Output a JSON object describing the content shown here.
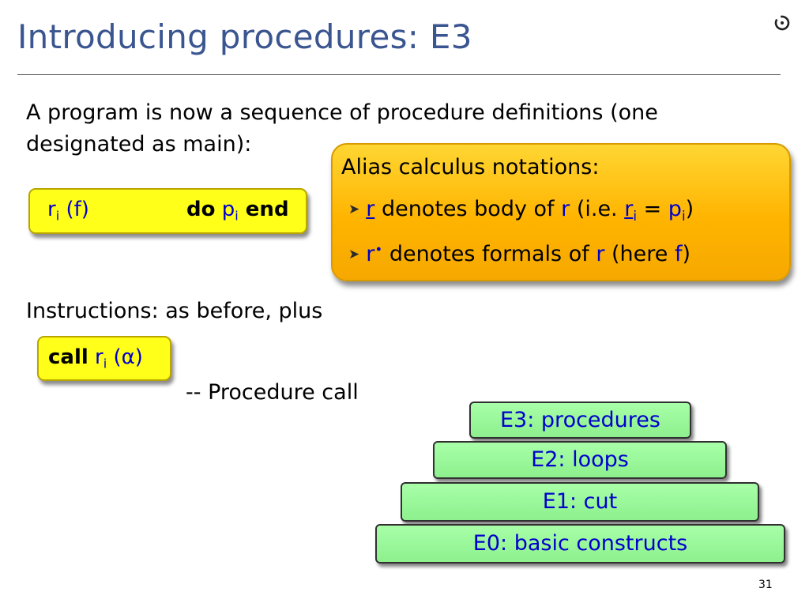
{
  "slide": {
    "title": "Introducing procedures: E3",
    "intro_line1": "A program is now a sequence of procedure definitions (one",
    "intro_line2": "designated as main):",
    "instructions": "Instructions: as before, plus",
    "comment": "-- Procedure call",
    "page_number": "31"
  },
  "proc_def": {
    "name": "r",
    "sub": "i",
    "param": " (f)",
    "kw_do": "do",
    "body": " p",
    "body_sub": "i",
    "kw_end": " end"
  },
  "alias_box": {
    "heading": "Alias calculus notations:",
    "bullet1": {
      "r": "r",
      "text1": " denotes body of ",
      "r2": "r",
      "text2": " (i.e.  ",
      "ri": "r",
      "ri_sub": "i",
      "eq": " = ",
      "p": "p",
      "p_sub": "i",
      "close": ")"
    },
    "bullet2": {
      "r": "r",
      "dot": "•",
      "text1": " denotes formals of ",
      "r2": "r",
      "text2": " (here ",
      "f": "f",
      "close": ")"
    }
  },
  "call_box": {
    "kw_call": "call",
    "name": " r",
    "sub": "i",
    "arg_open": " (",
    "alpha": "α",
    "arg_close": ")"
  },
  "levels": [
    "E3: procedures",
    "E2: loops",
    "E1: cut",
    "E0: basic constructs"
  ],
  "colors": {
    "title": "#3a5590",
    "keyword_blue": "#0000cc",
    "yellow_box": "#ffff1a",
    "orange_box": "#ffb400",
    "green_box": "#8df08d"
  },
  "icons": {
    "logo": "eth-logo-icon",
    "bullet": "arrow-bullet-icon"
  }
}
